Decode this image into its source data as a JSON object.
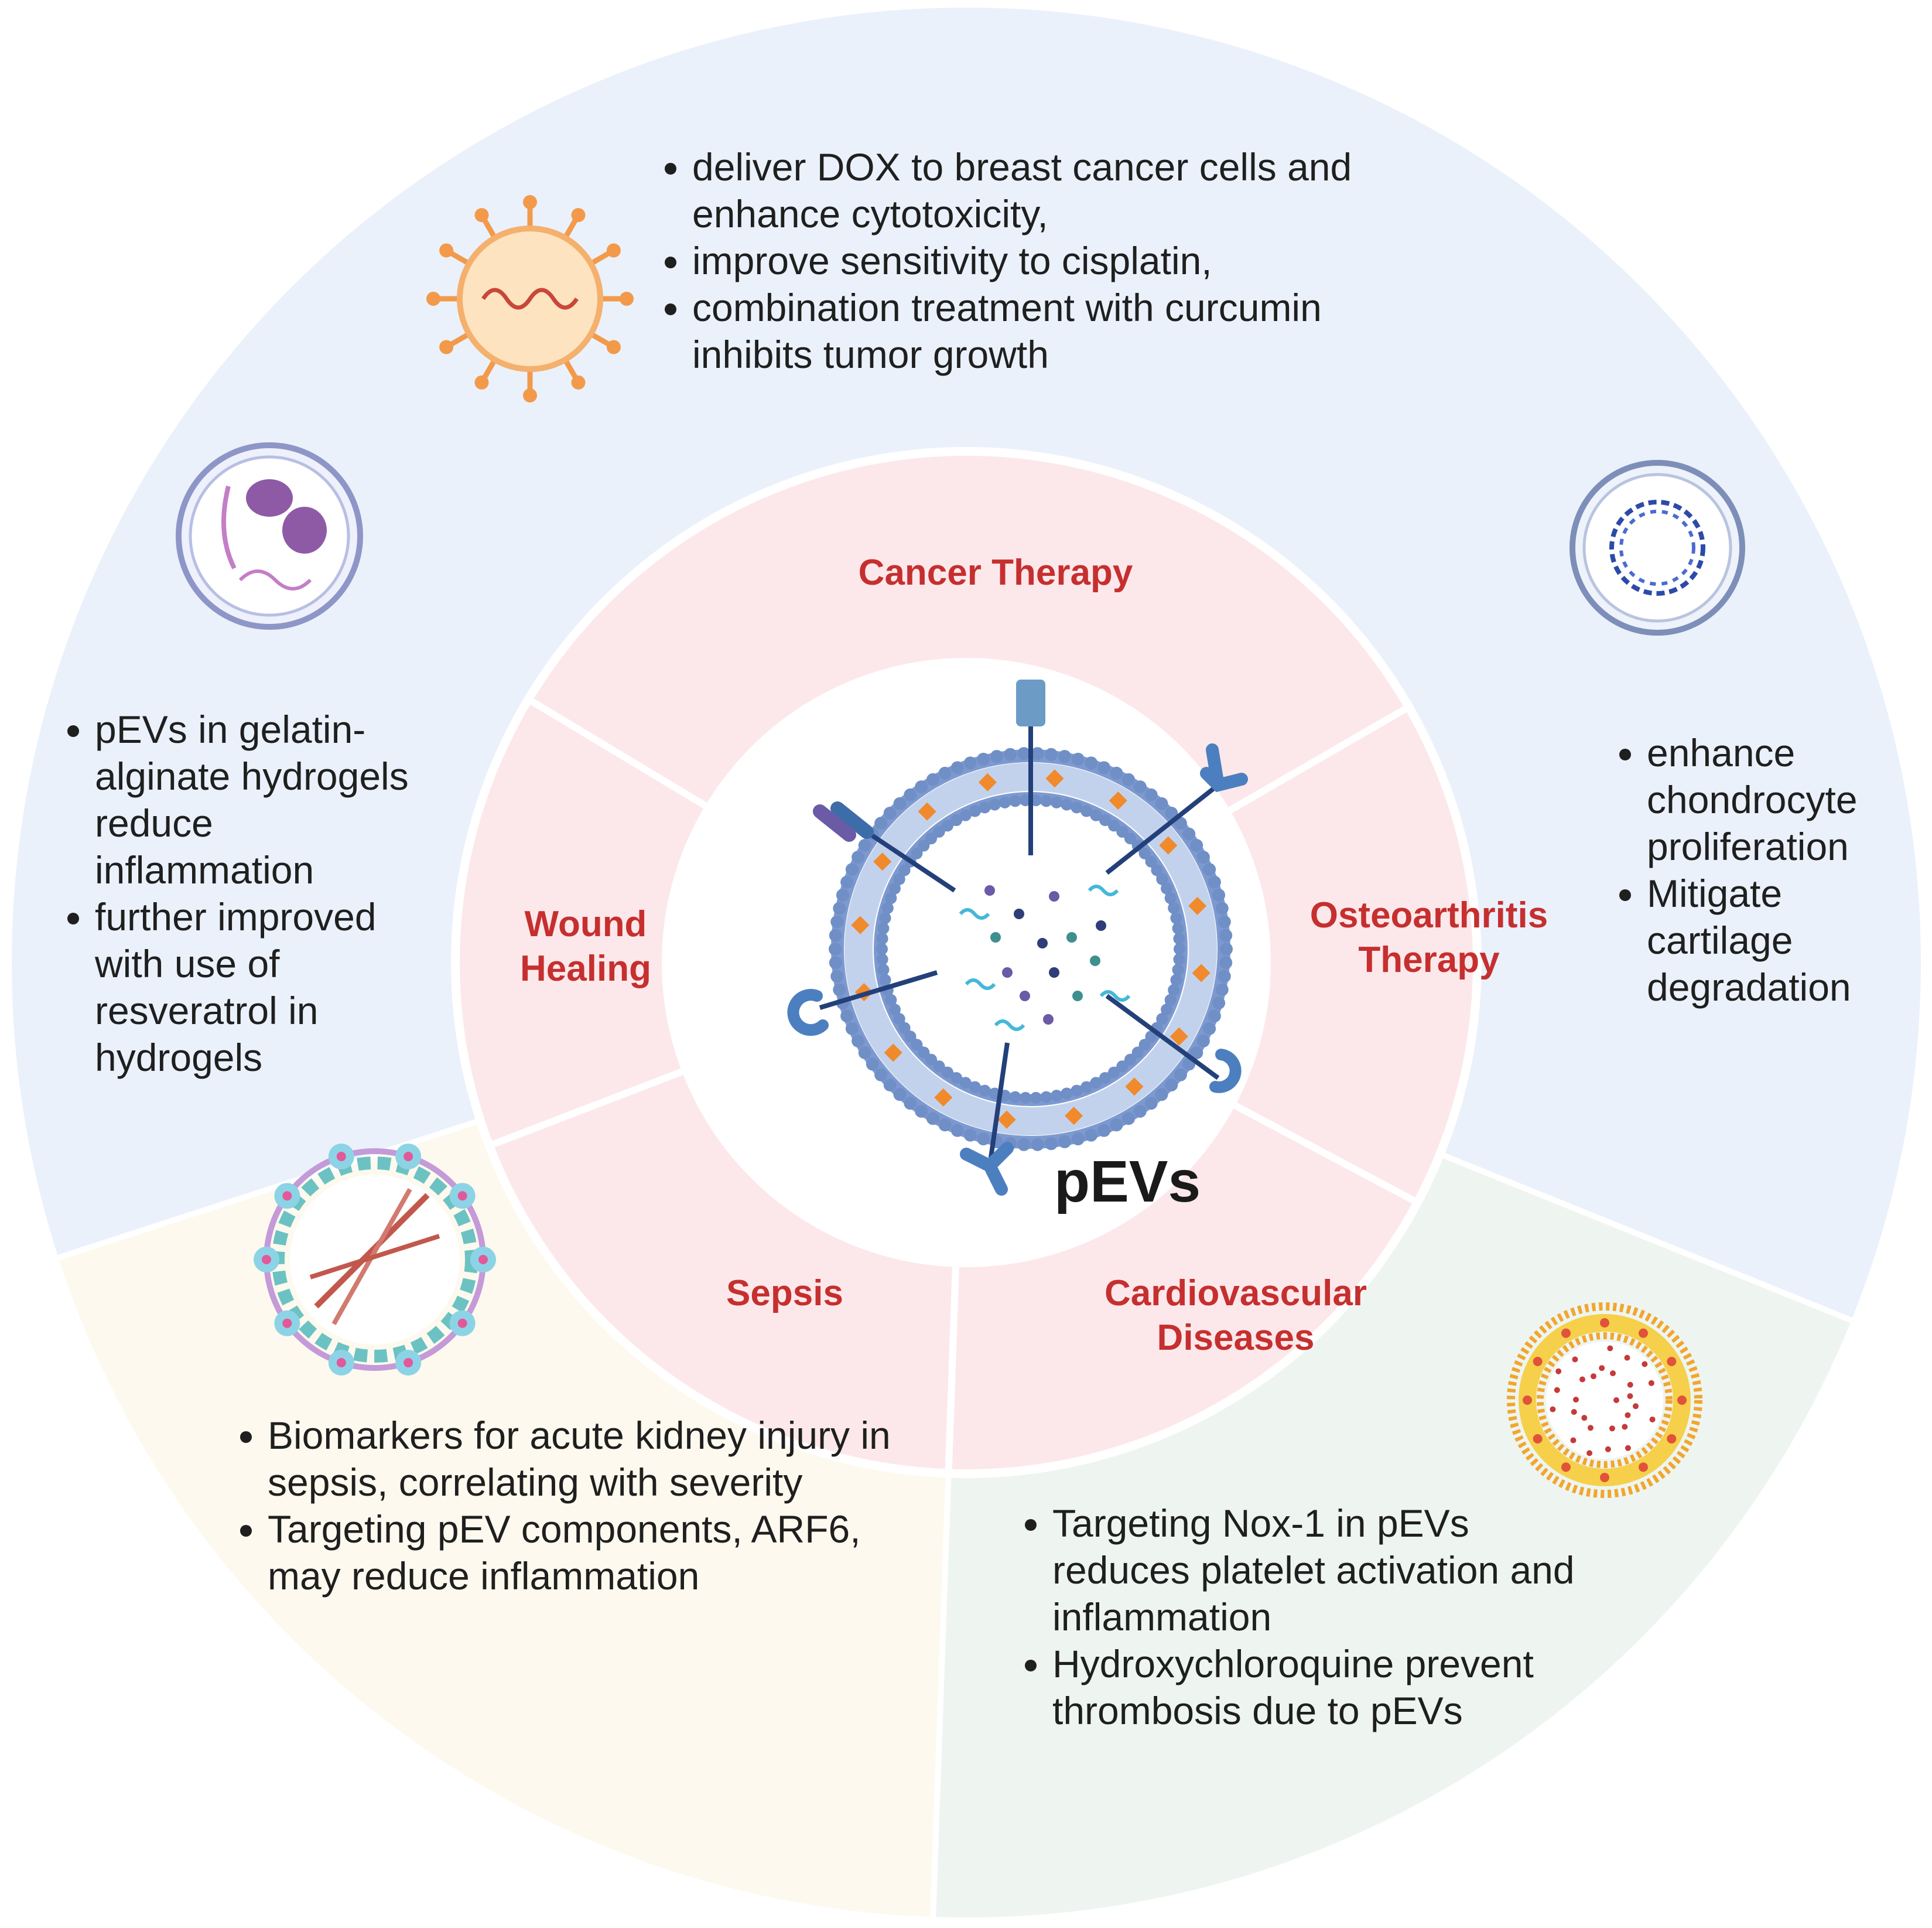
{
  "center": {
    "label": "pEVs"
  },
  "segments": {
    "cancer": [
      "Cancer Therapy"
    ],
    "osteo": [
      "Osteoarthritis",
      "Therapy"
    ],
    "cardio": [
      "Cardiovascular",
      "Diseases"
    ],
    "sepsis": [
      "Sepsis"
    ],
    "wound": [
      "Wound",
      "Healing"
    ]
  },
  "bullets": {
    "cancer": [
      "deliver DOX to breast cancer cells and enhance cytotoxicity,",
      "improve sensitivity to cisplatin,",
      "combination treatment with curcumin inhibits tumor growth"
    ],
    "wound": [
      "pEVs in gelatin-alginate hydrogels reduce inflammation",
      "further improved with use of resveratrol in hydrogels"
    ],
    "osteo": [
      "enhance chondrocyte proliferation",
      "Mitigate cartilage degradation"
    ],
    "sepsis": [
      "Biomarkers for acute kidney injury in sepsis, correlating with severity",
      "Targeting pEV components, ARF6, may reduce inflammation"
    ],
    "cardio": [
      "Targeting Nox-1 in pEVs reduces platelet activation and inflammation",
      "Hydroxychloroquine prevent thrombosis due to pEVs"
    ]
  },
  "colors": {
    "outer_blue": "#eaf1fb",
    "outer_cream": "#fdf9ee",
    "outer_green": "#eef5f1",
    "middle_pink": "#fce8ea",
    "segment_label": "#c62f2f",
    "membrane": "#6f8fc6",
    "cargo_orange": "#f08a2c"
  },
  "icons": {
    "cancer": "virus-particle-icon",
    "wound": "protein-vesicle-icon",
    "osteo": "circular-dna-vesicle-icon",
    "sepsis": "fiber-vesicle-icon",
    "cardio": "lipid-nanoparticle-icon"
  }
}
